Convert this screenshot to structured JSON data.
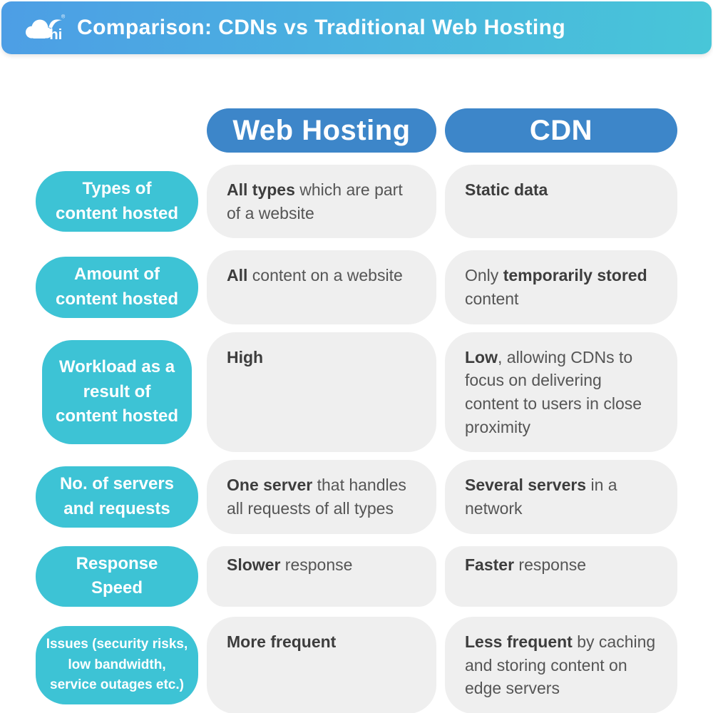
{
  "header": {
    "title": "Comparison: CDNs vs Traditional Web Hosting",
    "logo": {
      "name": "cloud-hi-logo",
      "text": "hi",
      "registered": "®"
    }
  },
  "columns": [
    {
      "key": "web_hosting",
      "label": "Web Hosting"
    },
    {
      "key": "cdn",
      "label": "CDN"
    }
  ],
  "rows": [
    {
      "label": "Types of\ncontent hosted",
      "web": [
        {
          "t": "All types",
          "b": true
        },
        {
          "t": " which are part of a website",
          "b": false
        }
      ],
      "cdn": [
        {
          "t": "Static data",
          "b": true
        }
      ]
    },
    {
      "label": "Amount of\ncontent hosted",
      "web": [
        {
          "t": "All",
          "b": true
        },
        {
          "t": " content on a website",
          "b": false
        }
      ],
      "cdn": [
        {
          "t": "Only ",
          "b": false
        },
        {
          "t": "temporarily stored",
          "b": true
        },
        {
          "t": " content",
          "b": false
        }
      ]
    },
    {
      "label": "Workload as a\nresult of\ncontent hosted",
      "web": [
        {
          "t": "High",
          "b": true
        }
      ],
      "cdn": [
        {
          "t": "Low",
          "b": true
        },
        {
          "t": ", allowing CDNs to focus on delivering content to users in close proximity",
          "b": false
        }
      ]
    },
    {
      "label": "No. of servers\nand requests",
      "web": [
        {
          "t": "One server",
          "b": true
        },
        {
          "t": " that handles all requests of all types",
          "b": false
        }
      ],
      "cdn": [
        {
          "t": "Several servers",
          "b": true
        },
        {
          "t": " in a network",
          "b": false
        }
      ]
    },
    {
      "label": "Response Speed",
      "web": [
        {
          "t": "Slower",
          "b": true
        },
        {
          "t": " response",
          "b": false
        }
      ],
      "cdn": [
        {
          "t": "Faster",
          "b": true
        },
        {
          "t": " response",
          "b": false
        }
      ]
    },
    {
      "label": "Issues (security risks,\nlow bandwidth,\nservice outages etc.)",
      "web": [
        {
          "t": "More frequent",
          "b": true
        }
      ],
      "cdn": [
        {
          "t": "Less frequent",
          "b": true
        },
        {
          "t": " by caching and storing content on edge servers",
          "b": false
        }
      ]
    }
  ],
  "colors": {
    "header_gradient_start": "#4d9ee5",
    "header_gradient_end": "#48c6d8",
    "column_pill_blue": "#3d86c9",
    "label_pill_teal": "#3dc3d5",
    "cell_background": "#efefef",
    "cell_text": "#555555",
    "cell_text_bold": "#3d3d3d",
    "header_text": "#ffffff"
  }
}
